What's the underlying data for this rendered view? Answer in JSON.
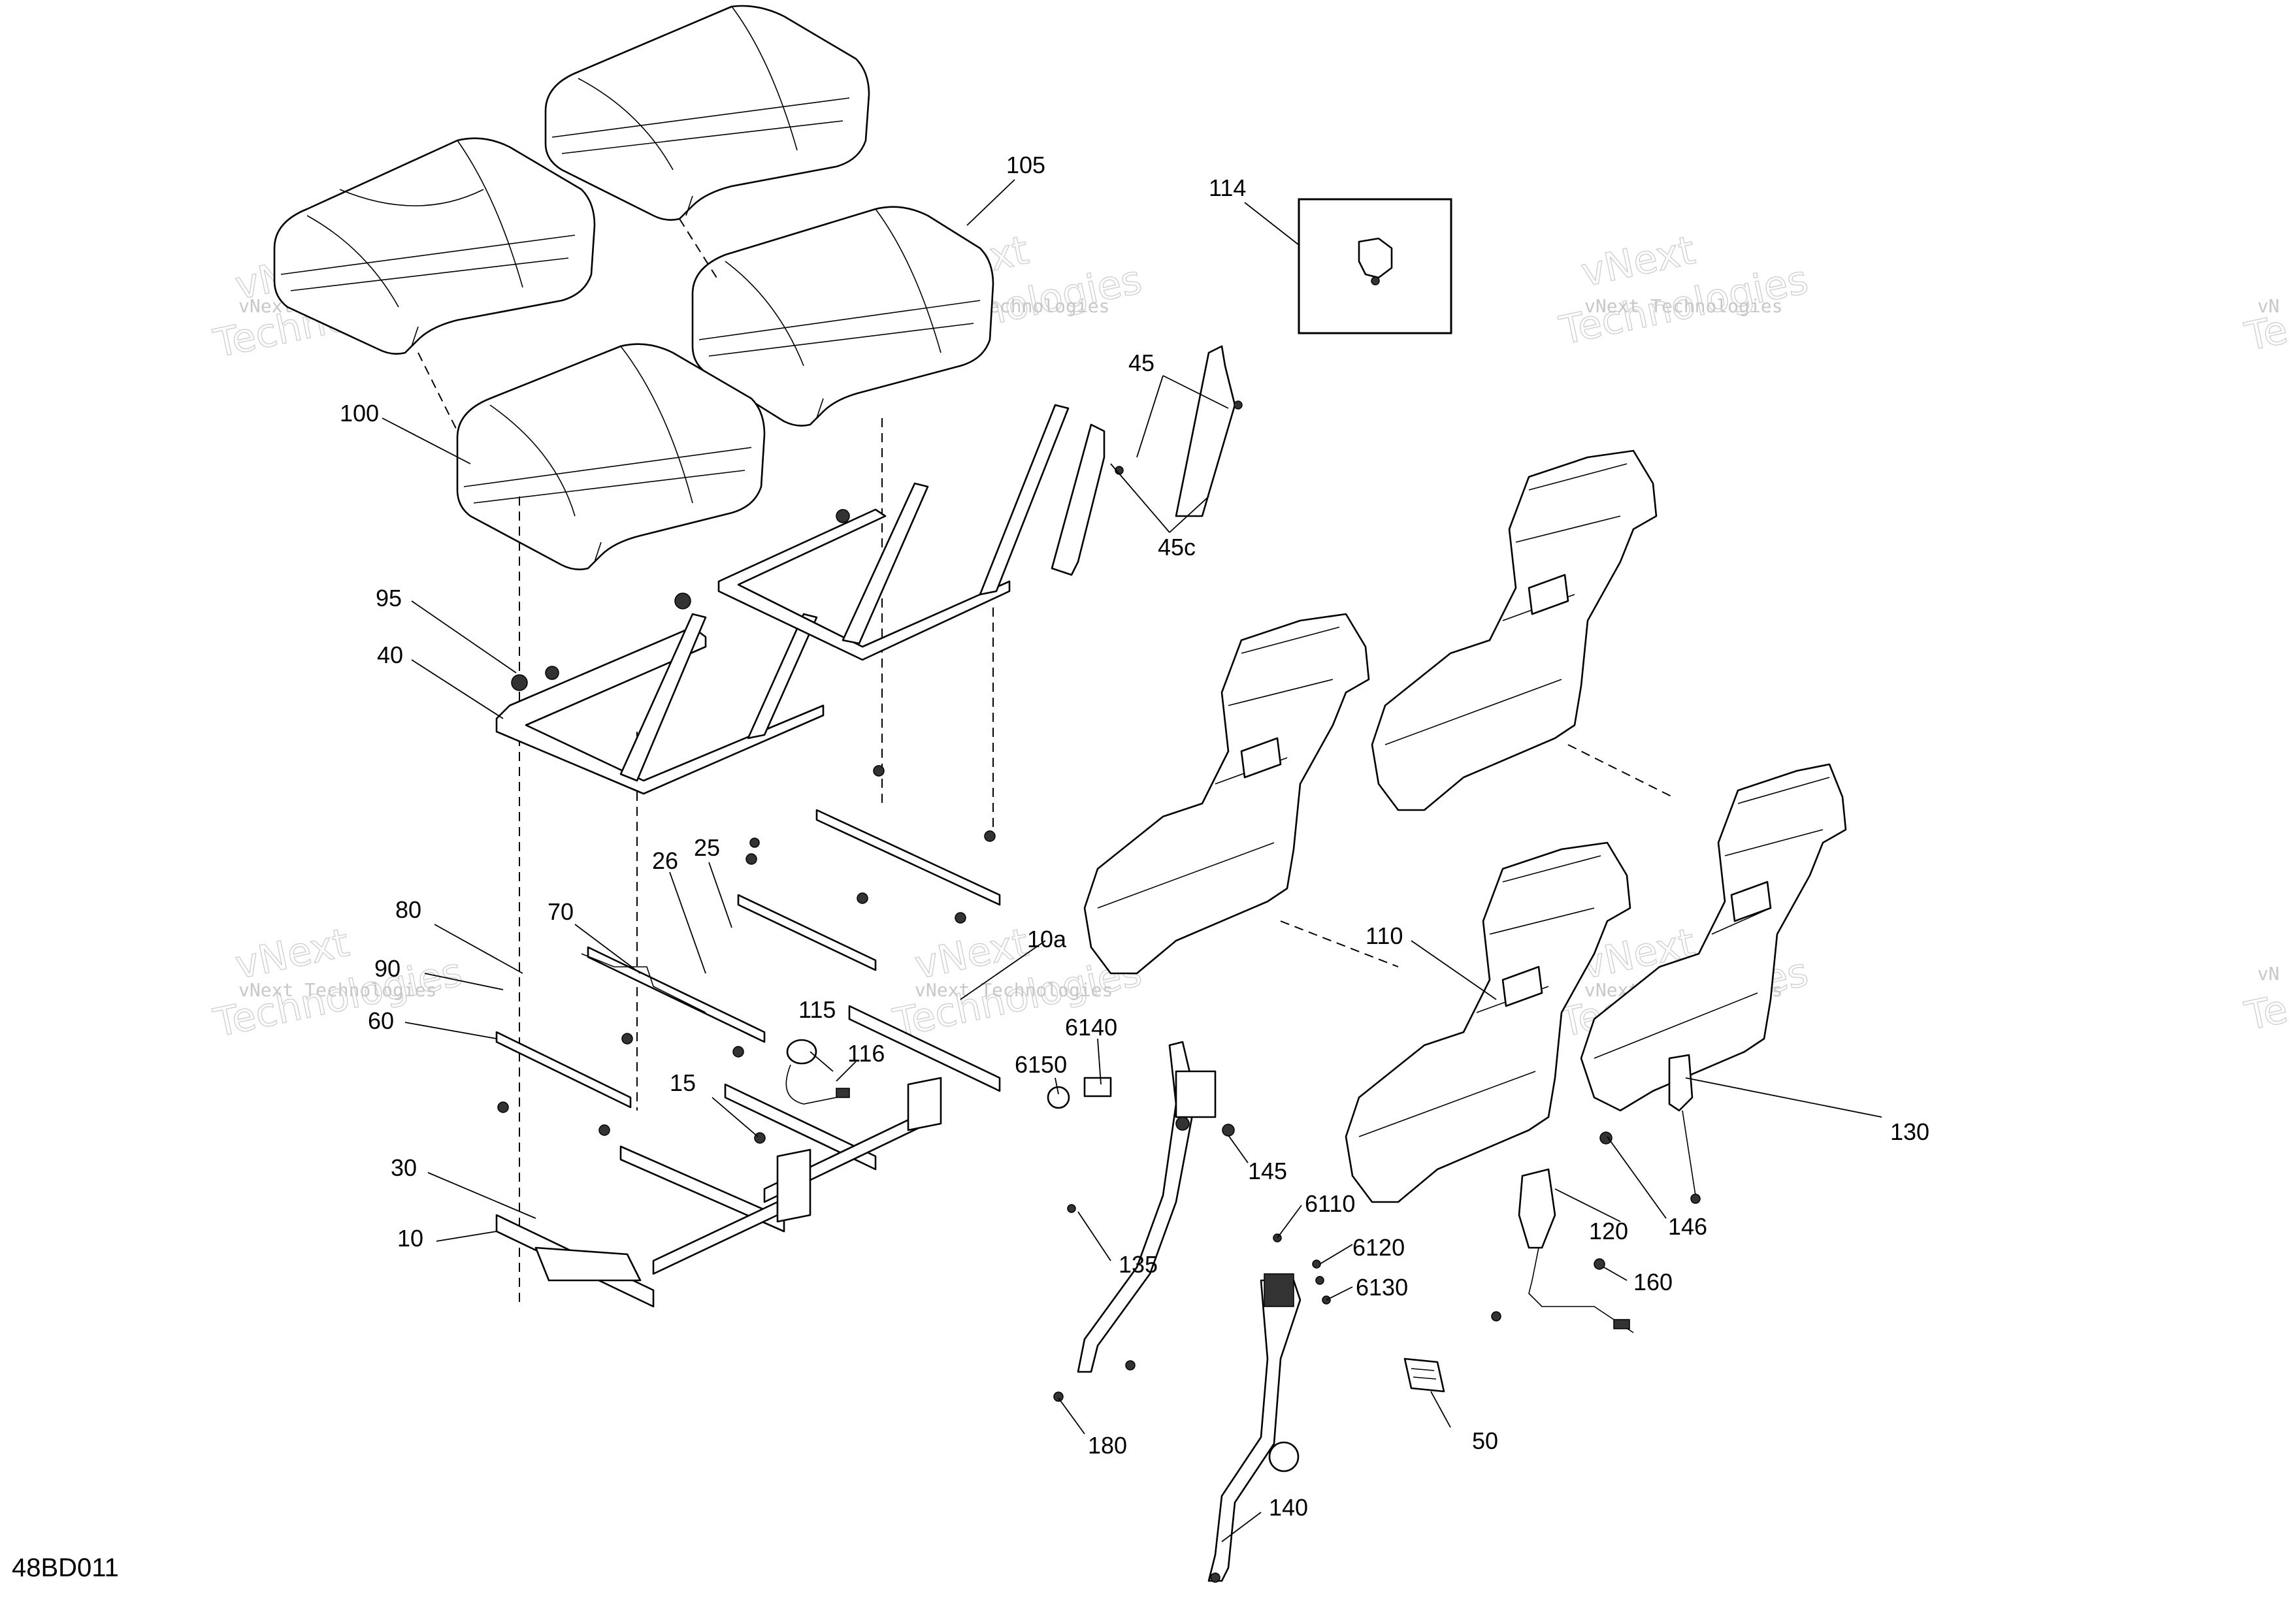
{
  "diagram_code": "48BD011",
  "watermark": {
    "line1": "vNext Technologies",
    "line2": "vNext",
    "line3": "Technologies"
  },
  "callouts": [
    {
      "id": "105",
      "text": "105"
    },
    {
      "id": "114",
      "text": "114"
    },
    {
      "id": "100",
      "text": "100"
    },
    {
      "id": "45",
      "text": "45"
    },
    {
      "id": "45c",
      "text": "45c"
    },
    {
      "id": "95",
      "text": "95"
    },
    {
      "id": "40",
      "text": "40"
    },
    {
      "id": "26",
      "text": "26"
    },
    {
      "id": "25",
      "text": "25"
    },
    {
      "id": "80",
      "text": "80"
    },
    {
      "id": "70",
      "text": "70"
    },
    {
      "id": "10a",
      "text": "10a"
    },
    {
      "id": "110",
      "text": "110"
    },
    {
      "id": "90",
      "text": "90"
    },
    {
      "id": "60",
      "text": "60"
    },
    {
      "id": "115",
      "text": "115"
    },
    {
      "id": "116",
      "text": "116"
    },
    {
      "id": "6140",
      "text": "6140"
    },
    {
      "id": "6150",
      "text": "6150"
    },
    {
      "id": "15",
      "text": "15"
    },
    {
      "id": "145",
      "text": "145"
    },
    {
      "id": "130",
      "text": "130"
    },
    {
      "id": "30",
      "text": "30"
    },
    {
      "id": "10",
      "text": "10"
    },
    {
      "id": "6110",
      "text": "6110"
    },
    {
      "id": "120",
      "text": "120"
    },
    {
      "id": "146",
      "text": "146"
    },
    {
      "id": "135",
      "text": "135"
    },
    {
      "id": "6120",
      "text": "6120"
    },
    {
      "id": "6130",
      "text": "6130"
    },
    {
      "id": "160",
      "text": "160"
    },
    {
      "id": "180",
      "text": "180"
    },
    {
      "id": "50",
      "text": "50"
    },
    {
      "id": "140",
      "text": "140"
    }
  ]
}
